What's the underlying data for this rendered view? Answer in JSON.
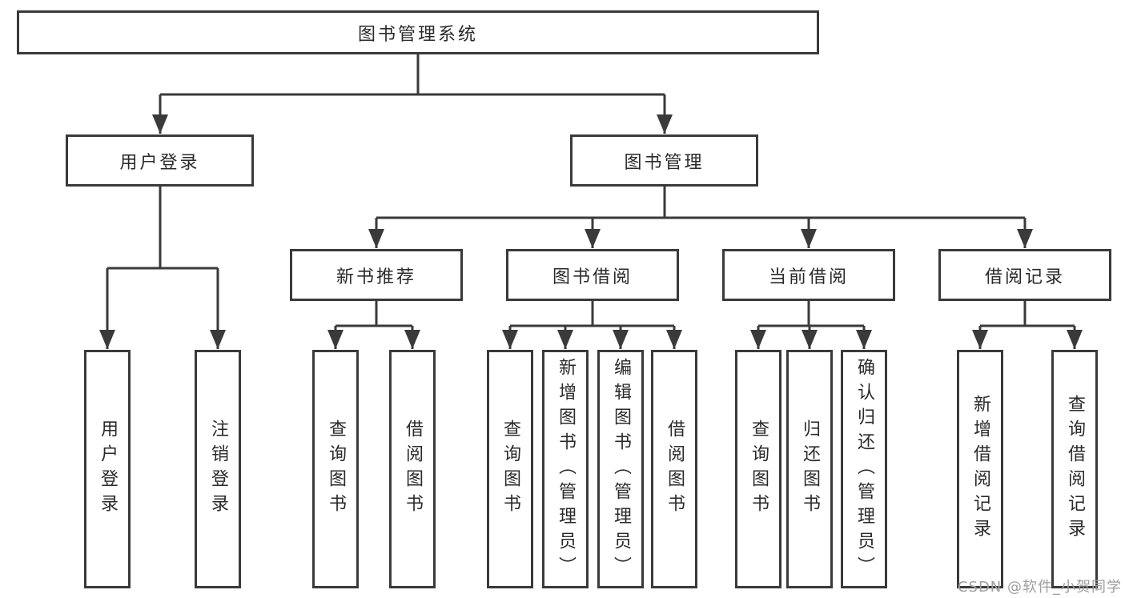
{
  "colors": {
    "line": "#3a3a3a",
    "text": "#2a2a2a",
    "watermark": "#9e9e9e"
  },
  "tree": {
    "root": {
      "label": "图书管理系统",
      "children": [
        {
          "label": "用户登录",
          "children": [
            {
              "label": "用户登录"
            },
            {
              "label": "注销登录"
            }
          ]
        },
        {
          "label": "图书管理",
          "children": [
            {
              "label": "新书推荐",
              "children": [
                {
                  "label": "查询图书"
                },
                {
                  "label": "借阅图书"
                }
              ]
            },
            {
              "label": "图书借阅",
              "children": [
                {
                  "label": "查询图书"
                },
                {
                  "label": "新增图书（管理员）"
                },
                {
                  "label": "编辑图书（管理员）"
                },
                {
                  "label": "借阅图书"
                }
              ]
            },
            {
              "label": "当前借阅",
              "children": [
                {
                  "label": "查询图书"
                },
                {
                  "label": "归还图书"
                },
                {
                  "label": "确认归还（管理员）"
                }
              ]
            },
            {
              "label": "借阅记录",
              "children": [
                {
                  "label": "新增借阅记录"
                },
                {
                  "label": "查询借阅记录"
                }
              ]
            }
          ]
        }
      ]
    }
  },
  "watermark": {
    "text": "CSDN @软件_小贺同学"
  }
}
